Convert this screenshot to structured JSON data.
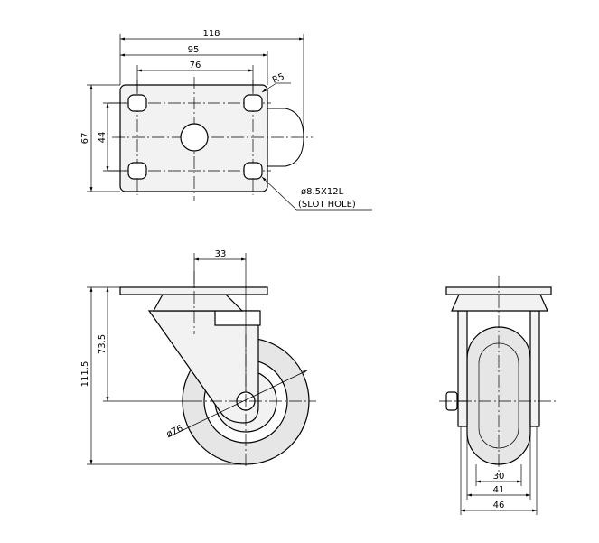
{
  "top_view": {
    "dim_width_total": "118",
    "dim_width_plate": "95",
    "dim_hole_spacing_x": "76",
    "dim_height_plate": "67",
    "dim_hole_spacing_y": "44",
    "dim_radius": "R5",
    "hole_note_line1": "ø8.5X12L",
    "hole_note_line2": "(SLOT HOLE)"
  },
  "side_view": {
    "dim_offset": "33",
    "dim_axle_height": "73.5",
    "dim_total_height": "111.5",
    "dim_wheel_diameter": "ø76"
  },
  "front_view": {
    "dim_tread_width": "30",
    "dim_fork_inner": "41",
    "dim_fork_outer": "46"
  }
}
